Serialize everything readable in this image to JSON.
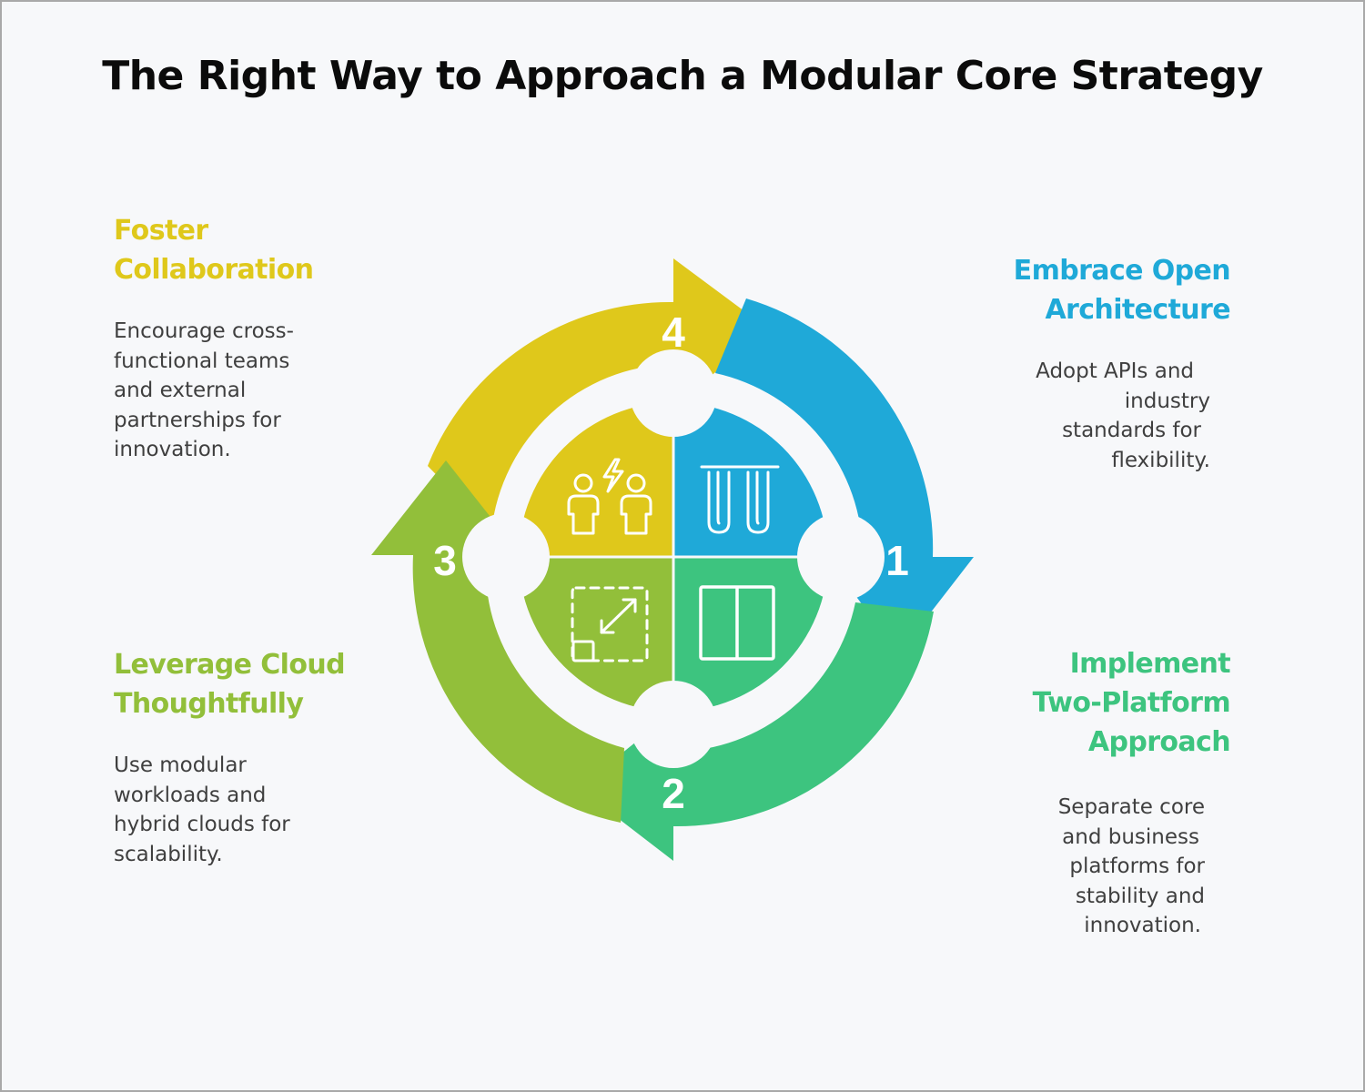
{
  "title": "The Right Way to Approach a Modular Core Strategy",
  "colors": {
    "step1": "#1fa9d8",
    "step2": "#3dc47f",
    "step3": "#92bf3a",
    "step4": "#dfc81b",
    "background": "#f7f8fa",
    "border": "#a9a9a9"
  },
  "steps": [
    {
      "number": "1",
      "heading_lines": [
        "Embrace Open",
        "Architecture"
      ],
      "desc_lines": [
        "Adopt APIs and",
        "industry",
        "standards for",
        "flexibility."
      ],
      "icon": "api-standards-icon"
    },
    {
      "number": "2",
      "heading_lines": [
        "Implement",
        "Two-Platform",
        "Approach"
      ],
      "desc_lines": [
        "Separate core",
        "and business",
        "platforms for",
        "stability and",
        "innovation."
      ],
      "icon": "split-panel-icon"
    },
    {
      "number": "3",
      "heading_lines": [
        "Leverage Cloud",
        "Thoughtfully"
      ],
      "desc_lines": [
        "Use modular",
        "workloads and",
        "hybrid clouds for",
        "scalability."
      ],
      "icon": "scale-resize-icon"
    },
    {
      "number": "4",
      "heading_lines": [
        "Foster",
        "Collaboration"
      ],
      "desc_lines": [
        "Encourage cross-",
        "functional teams",
        "and external",
        "partnerships for",
        "innovation."
      ],
      "icon": "collaboration-people-icon"
    }
  ]
}
